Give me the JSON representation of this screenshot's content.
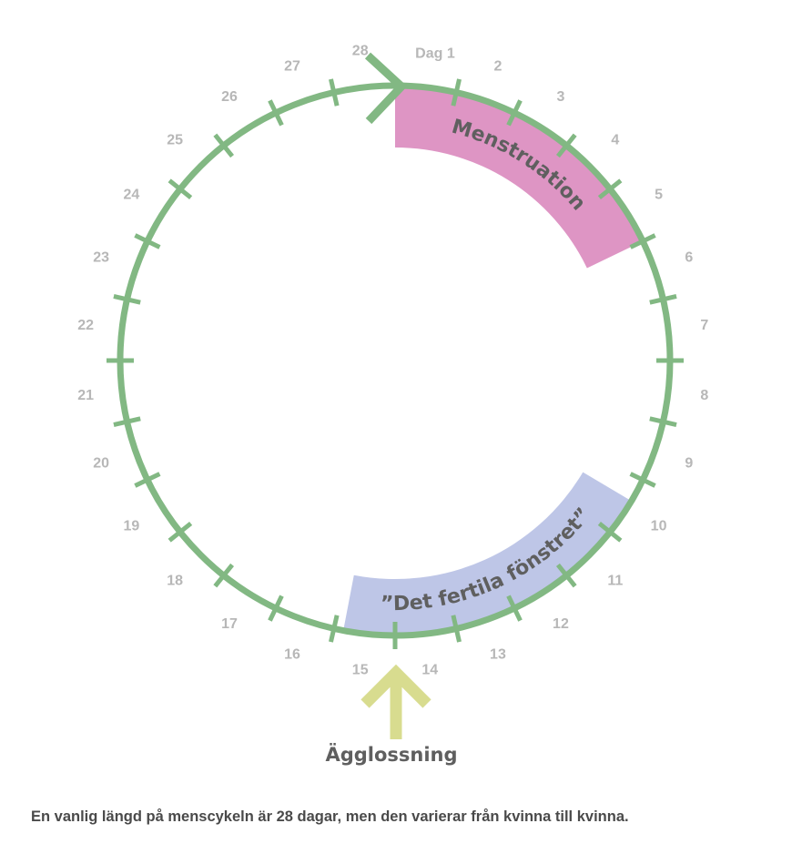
{
  "diagram": {
    "days": [
      "Dag 1",
      "2",
      "3",
      "4",
      "5",
      "6",
      "7",
      "8",
      "9",
      "10",
      "11",
      "12",
      "13",
      "14",
      "15",
      "16",
      "17",
      "18",
      "19",
      "20",
      "21",
      "22",
      "23",
      "24",
      "25",
      "26",
      "27",
      "28"
    ],
    "menstruation": {
      "label": "Menstruation",
      "from_day": 1,
      "to_day": 5
    },
    "fertile_window": {
      "label": "”Det fertila fönstret”",
      "from_day": 10,
      "to_day": 15
    },
    "ovulation": {
      "label": "Ägglossning"
    },
    "colors": {
      "ring": "#82b883",
      "menstruation": "#de95c4",
      "fertile_window": "#bec6e7",
      "ovulation_arrow": "#d8dc8f",
      "day_label": "#b7b7b7",
      "text": "#5f5f5f"
    }
  },
  "caption": "En vanlig längd på menscykeln är 28 dagar, men den varierar från kvinna till kvinna."
}
